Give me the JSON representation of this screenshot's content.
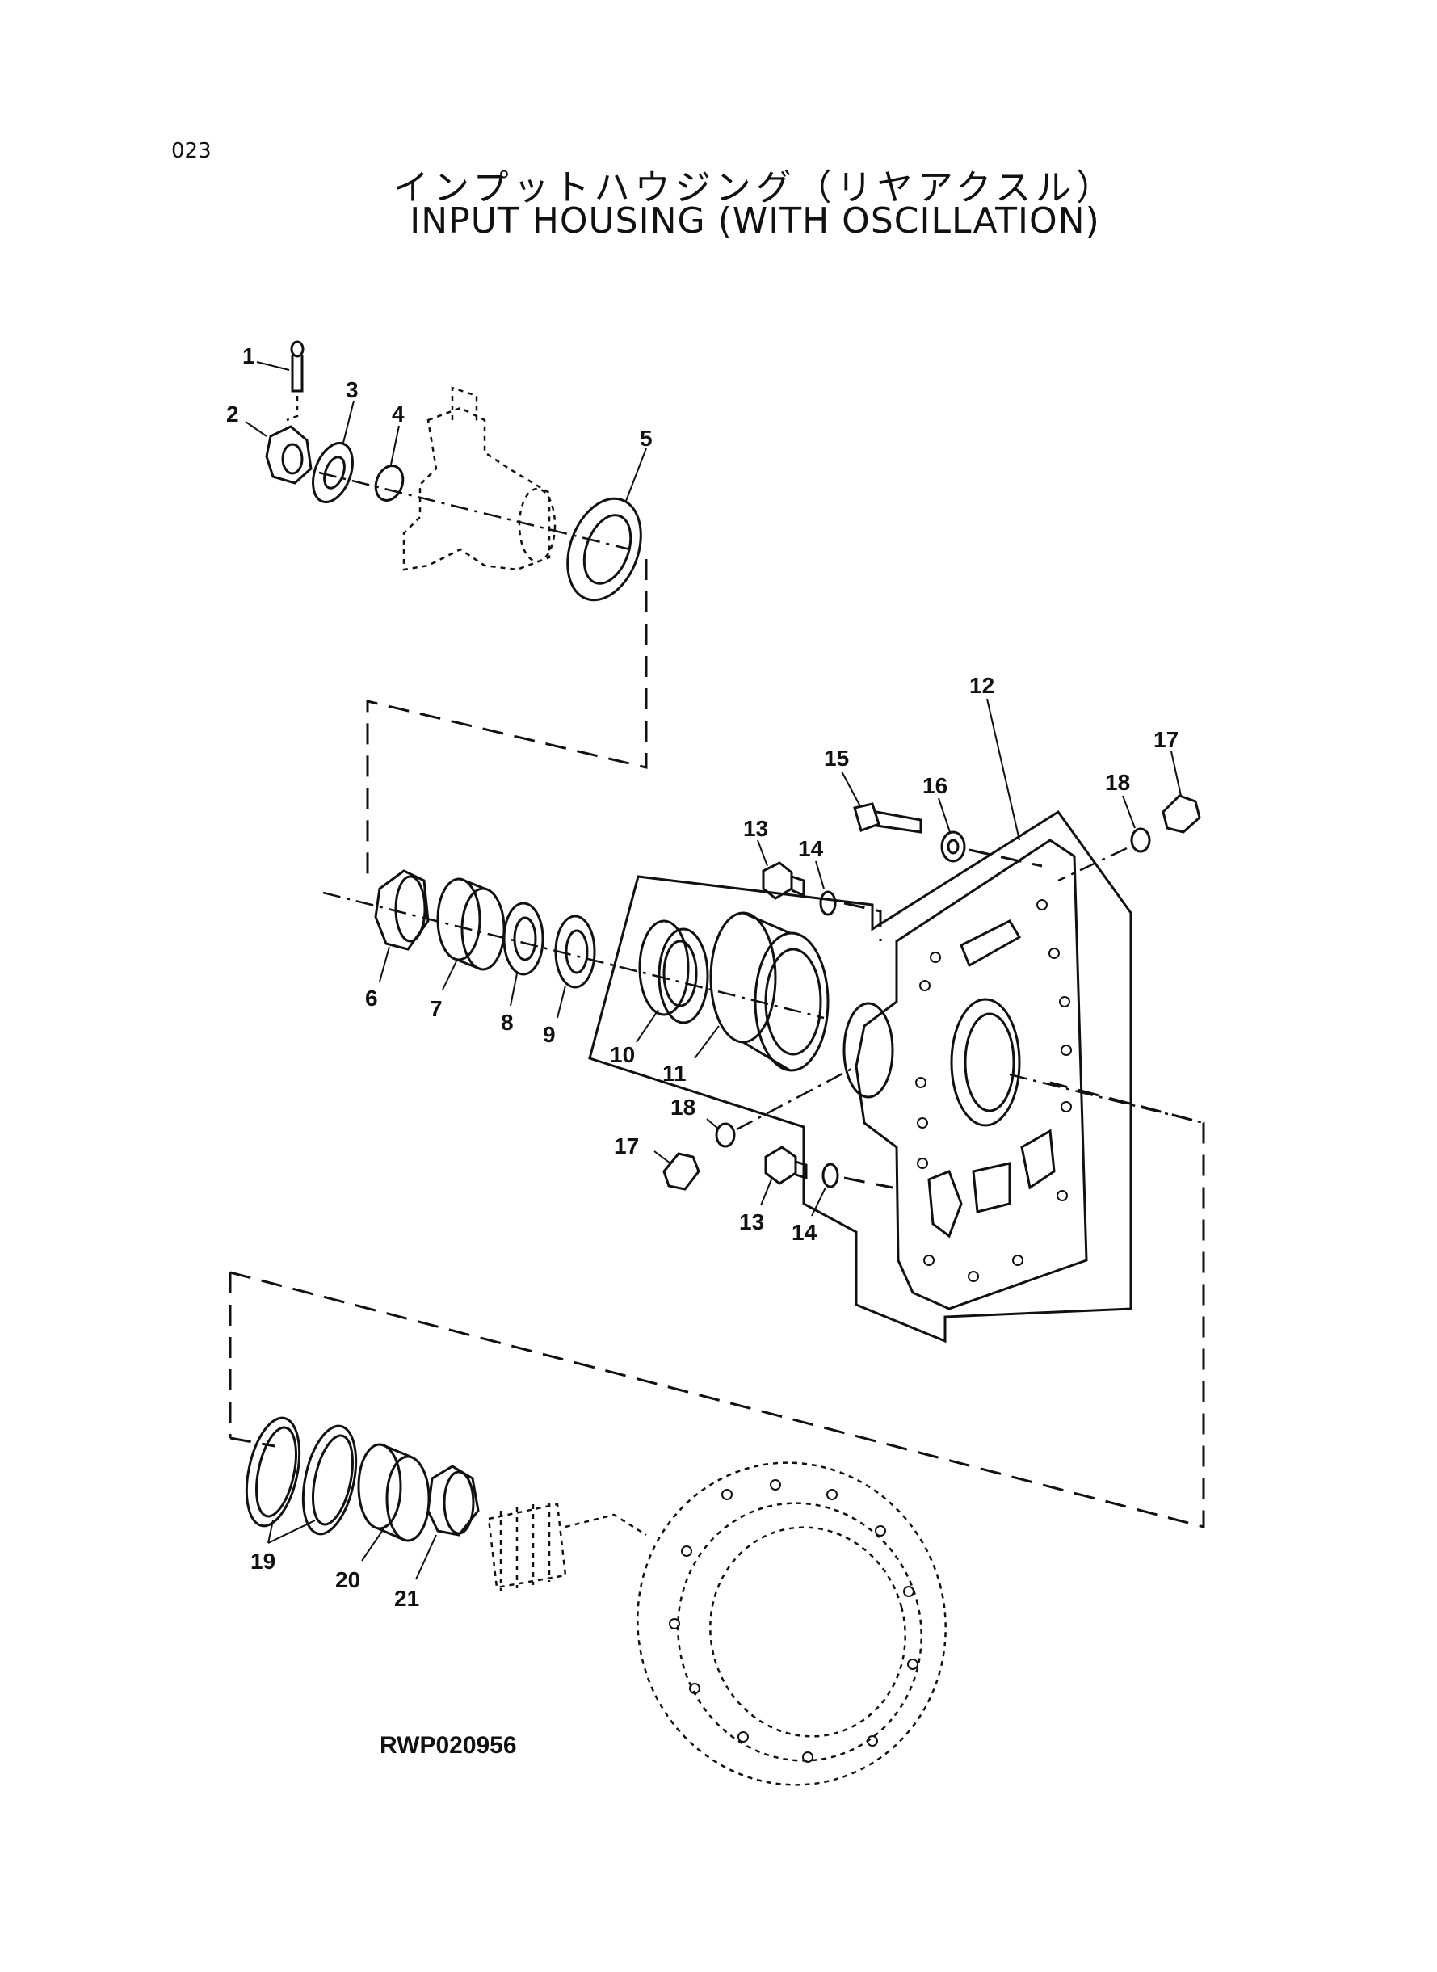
{
  "page_number": "023",
  "title_jp": "インプットハウジング（リヤアクスル）",
  "title_en": "INPUT HOUSING (WITH OSCILLATION)",
  "figure_code": "RWP020956",
  "labels": [
    "1",
    "2",
    "3",
    "4",
    "5",
    "6",
    "7",
    "8",
    "9",
    "10",
    "11",
    "12",
    "13",
    "14",
    "15",
    "16",
    "17",
    "18",
    "13",
    "14",
    "17",
    "18",
    "19",
    "20",
    "21"
  ]
}
